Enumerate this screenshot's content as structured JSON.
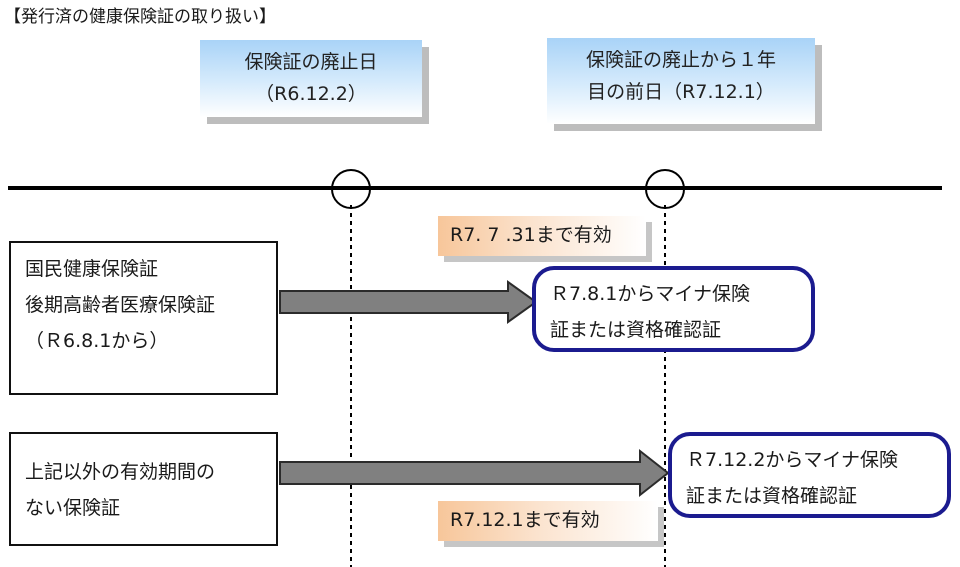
{
  "title": "【発行済の健康保険証の取り扱い】",
  "date_boxes": {
    "abolition": {
      "line1": "保険証の廃止日",
      "line2": "（R6.12.2）"
    },
    "one_year_before": {
      "line1": "保険証の廃止から１年",
      "line2": "目の前日（R7.12.1）"
    }
  },
  "validity_labels": {
    "national": "R7. 7 .31まで有効",
    "other": "R7.12.1まで有効"
  },
  "cards": {
    "national": {
      "line1": "国民健康保険証",
      "line2": "後期高齢者医療保険証",
      "line3": "（Ｒ6.8.1から）"
    },
    "other": {
      "line1": "上記以外の有効期間の",
      "line2": "ない保険証"
    }
  },
  "results": {
    "national": {
      "line1": "Ｒ7.8.1からマイナ保険",
      "line2": "証または資格確認証"
    },
    "other": {
      "line1": "Ｒ7.12.2からマイナ保険",
      "line2": "証または資格確認証"
    }
  },
  "colors": {
    "date_box_gradient_start": "#a9d3f7",
    "validity_gradient_start": "#f7c69a",
    "result_border": "#1b1b8f",
    "arrow_fill": "#808080",
    "timeline": "#000000"
  }
}
